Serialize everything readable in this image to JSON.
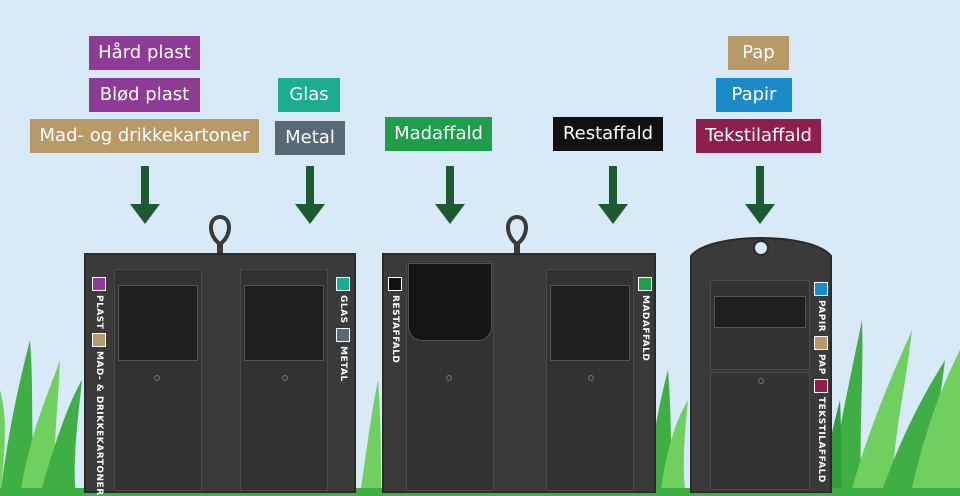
{
  "labels": {
    "hard_plast": "Hård plast",
    "blod_plast": "Blød plast",
    "mad_drikke": "Mad- og drikkekartoner",
    "glas": "Glas",
    "metal": "Metal",
    "madaffald": "Madaffald",
    "restaffald": "Restaffald",
    "pap": "Pap",
    "papir": "Papir",
    "tekstilaffald": "Tekstilaffald"
  },
  "bin_labels": {
    "plast": "PLAST",
    "mad_drikke": "MAD- & DRIKKEKARTONER",
    "glas": "GLAS",
    "metal": "METAL",
    "restaffald": "RESTAFFALD",
    "madaffald": "MADAFFALD",
    "papir": "PAPIR",
    "pap": "PAP",
    "tekstilaffald": "TEKSTILAFFALD"
  },
  "colors": {
    "sky": "#d8e9f7",
    "plast": "#8e3b96",
    "mad_drikke": "#b79a68",
    "glas": "#1aae8f",
    "metal": "#566a75",
    "madaffald": "#1f9d4a",
    "restaffald": "#111111",
    "pap": "#b79a68",
    "papir": "#1b8ac8",
    "tekstil": "#8e1f4c",
    "arrow": "#1d5a30",
    "bin": "#3a3a3a",
    "grass_light": "#4fbf4a",
    "grass_dark": "#2f9e3a"
  },
  "icons": [
    "arrow-down-icon",
    "plast-icon",
    "carton-icon",
    "bottle-icon",
    "can-icon",
    "bag-icon",
    "apple-icon",
    "paper-icon",
    "box-icon",
    "shirt-icon",
    "lifting-hook-icon"
  ]
}
